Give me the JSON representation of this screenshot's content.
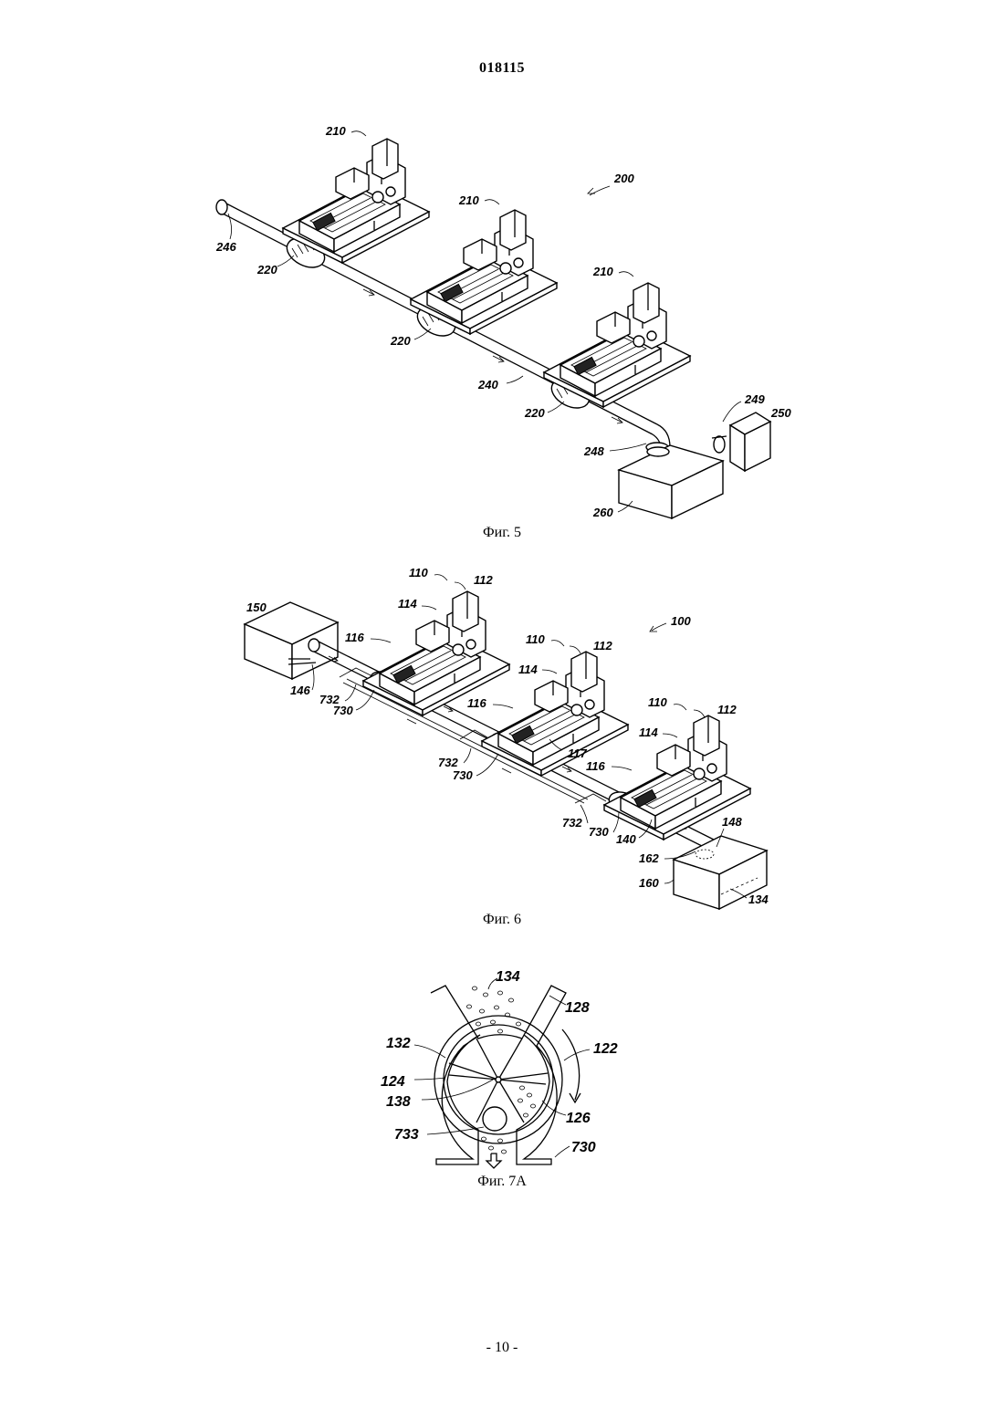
{
  "header": {
    "document_number": "018115"
  },
  "figure5": {
    "caption": "Фиг. 5",
    "labels": {
      "system": "200",
      "shaker_a": "210",
      "shaker_b": "210",
      "shaker_c": "210",
      "inlet": "246",
      "coupling_a": "220",
      "coupling_b": "220",
      "coupling_c": "220",
      "conduit": "240",
      "outlet": "248",
      "connector": "249",
      "unit": "250",
      "tank": "260"
    }
  },
  "figure6": {
    "caption": "Фиг. 6",
    "labels": {
      "system": "100",
      "source": "150",
      "inlet": "146",
      "shaker_a": "110",
      "shaker_b": "110",
      "shaker_c": "110",
      "part112_a": "112",
      "part112_b": "112",
      "part112_c": "112",
      "part114_a": "114",
      "part114_b": "114",
      "part114_c": "114",
      "part116_a": "116",
      "part116_b": "116",
      "part116_c": "116",
      "part117": "117",
      "bypass_a": "732",
      "bypass_b": "732",
      "bypass_c": "732",
      "valve_a": "730",
      "valve_b": "730",
      "valve_c": "730",
      "conduit": "140",
      "outlet": "148",
      "port": "162",
      "tank": "160",
      "material": "134"
    }
  },
  "figure7a": {
    "caption": "Фиг. 7А",
    "labels": {
      "solids": "134",
      "inlet": "128",
      "rotor_pocket": "132",
      "rotation": "122",
      "vane": "124",
      "hub": "138",
      "chamber": "126",
      "bypass_port": "733",
      "valve": "730"
    }
  },
  "footer": {
    "page_number": "- 10 -"
  }
}
